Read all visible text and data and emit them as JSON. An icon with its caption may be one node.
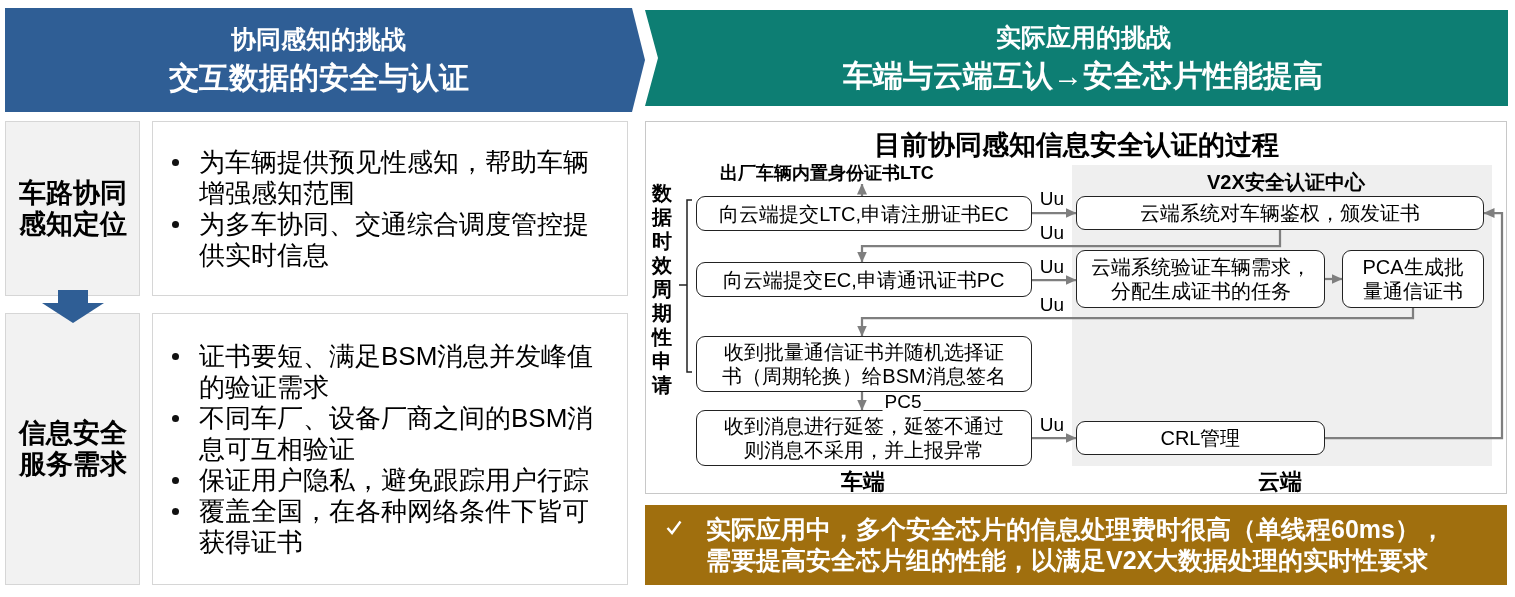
{
  "diagram": {
    "nodes": [
      {
        "text": [
          "协同感知的挑战",
          "交互数据的安全与认证"
        ]
      },
      {
        "text": [
          "实际应用的挑战",
          "车端与云端互认→安全芯片性能提高"
        ]
      },
      {
        "text": [
          "车路协同感知定位"
        ]
      },
      {
        "text": [
          "为车辆提供预见性感知，帮助车辆增强感知范围",
          "为多车协同、交通综合调度管控提供实时信息"
        ]
      },
      {
        "text": [
          "信息安全服务需求"
        ]
      },
      {
        "text": [
          "证书要短、满足BSM消息并发峰值的验证需求",
          "不同车厂、设备厂商之间的BSM消息可互相验证",
          "保证用户隐私，避免跟踪用户行踪",
          "覆盖全国，在各种网络条件下皆可获得证书"
        ]
      },
      {
        "text": [
          "目前协同感知信息安全认证的过程"
        ]
      },
      {
        "text": [
          "V2X安全认证中心"
        ],
        "beside": [
          "云端"
        ],
        "in": 6
      },
      {
        "text": [
          "出厂车辆内置身份证书LTC"
        ],
        "in": 6
      },
      {
        "text": [
          "向云端提交LTC,申请注册证书EC"
        ],
        "in": 6
      },
      {
        "text": [
          "向云端提交EC,申请通讯证书PC"
        ],
        "in": 6
      },
      {
        "text": [
          "收到批量通信证书并随机选择证书（周期轮换）给BSM消息签名"
        ],
        "in": 6
      },
      {
        "text": [
          "收到消息进行延签，延签不通过则消息不采用，并上报异常"
        ],
        "in": 6
      },
      {
        "text": [
          "云端系统对车辆鉴权，颁发证书"
        ],
        "in": 7
      },
      {
        "text": [
          "云端系统验证车辆需求，分配生成证书的任务"
        ],
        "in": 7
      },
      {
        "text": [
          "PCA生成批量通信证书"
        ],
        "in": 7
      },
      {
        "text": [
          "CRL管理"
        ],
        "in": 7
      },
      {
        "text": [
          "实际应用中，多个安全芯片的信息处理费时很高（单线程60ms），需要提高安全芯片组的性能，以满足V2X大数据处理的实时性要求"
        ]
      }
    ],
    "edges": [
      {
        "from": 9,
        "to": 8,
        "arrow": "to"
      },
      {
        "from": 9,
        "to": 13,
        "arrow": "to",
        "label": "Uu"
      },
      {
        "from": 13,
        "to": 10,
        "arrow": "to",
        "label": "Uu"
      },
      {
        "from": 10,
        "to": 14,
        "arrow": "to",
        "label": "Uu"
      },
      {
        "from": 14,
        "to": 15,
        "arrow": "to"
      },
      {
        "from": 15,
        "to": 11,
        "arrow": "to",
        "label": "Uu"
      },
      {
        "from": 11,
        "to": 12,
        "arrow": "to",
        "label": "PC5"
      },
      {
        "from": 12,
        "to": 16,
        "arrow": "to",
        "label": "Uu"
      },
      {
        "from": 16,
        "to": 13,
        "arrow": "to"
      },
      {
        "from": 2,
        "to": 4,
        "arrow": "to",
        "style": "thick",
        "color": "#2f5e95"
      }
    ],
    "labels": [
      "数据时效周期性申请",
      "车端"
    ]
  }
}
